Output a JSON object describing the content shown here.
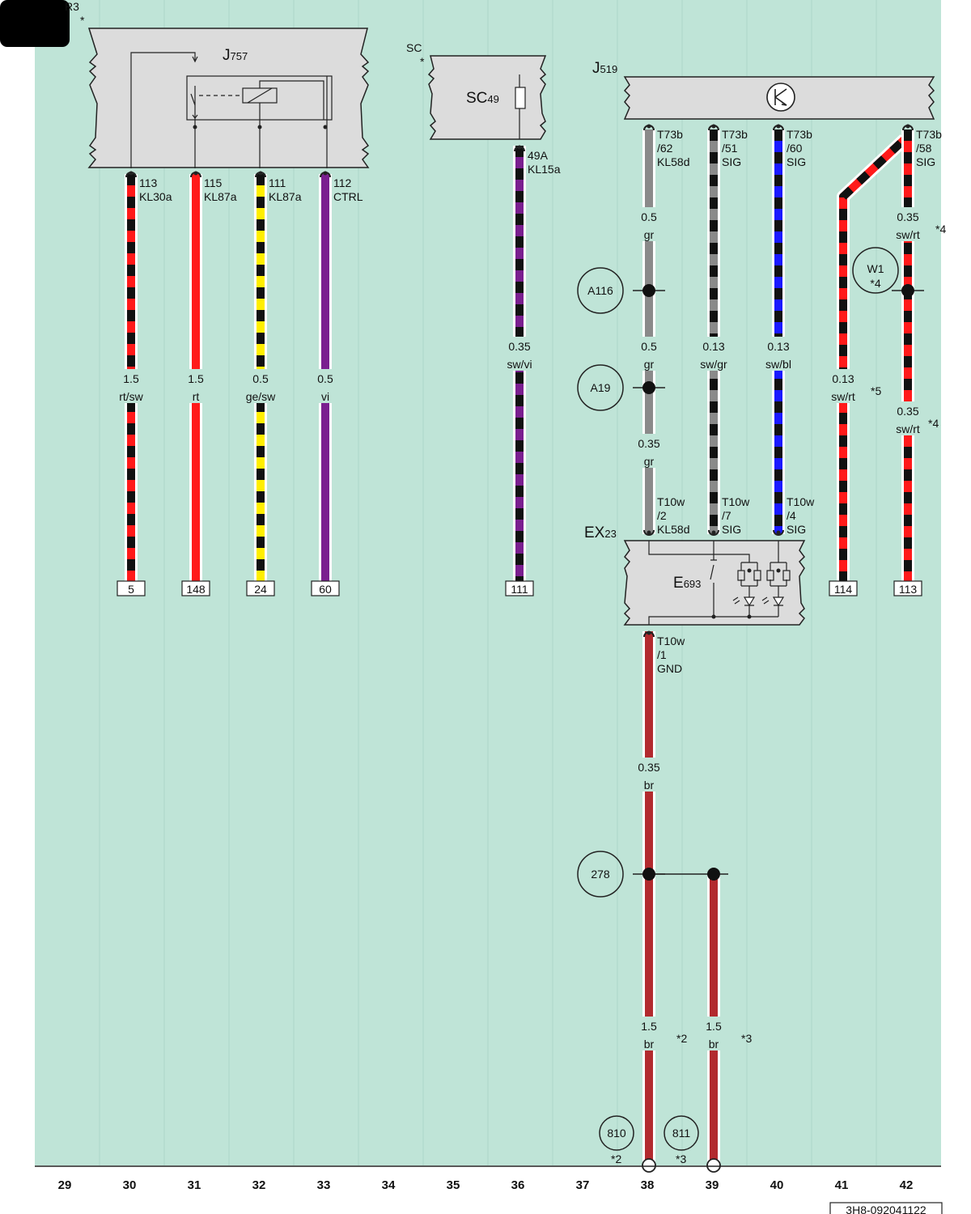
{
  "page": {
    "corner_label": "R3",
    "corner_mark": "*",
    "drawing_number": "3H8-092041122",
    "background_color": "#bfe4d7",
    "columns": [
      "29",
      "30",
      "31",
      "32",
      "33",
      "34",
      "35",
      "36",
      "37",
      "38",
      "39",
      "40",
      "41",
      "42"
    ]
  },
  "modules": {
    "j757": {
      "label": "J",
      "sub": "757"
    },
    "sc": {
      "label": "SC",
      "mark": "*",
      "fuse_label": "SC",
      "fuse_sub": "49"
    },
    "j519": {
      "label": "J",
      "sub": "519"
    },
    "ex23": {
      "label": "EX",
      "sub": "23",
      "inner_label": "E",
      "inner_sub": "693"
    }
  },
  "pins": {
    "j757_113": [
      "113",
      "KL30a"
    ],
    "j757_115": [
      "115",
      "KL87a"
    ],
    "j757_111": [
      "111",
      "KL87a"
    ],
    "j757_112": [
      "112",
      "CTRL"
    ],
    "sc_49a": [
      "49A",
      "KL15a"
    ],
    "j519_62": [
      "T73b",
      "/62",
      "KL58d"
    ],
    "j519_51": [
      "T73b",
      "/51",
      "SIG"
    ],
    "j519_60": [
      "T73b",
      "/60",
      "SIG"
    ],
    "j519_58": [
      "T73b",
      "/58",
      "SIG"
    ],
    "ex_2": [
      "T10w",
      "/2",
      "KL58d"
    ],
    "ex_7": [
      "T10w",
      "/7",
      "SIG"
    ],
    "ex_4": [
      "T10w",
      "/4",
      "SIG"
    ],
    "ex_1": [
      "T10w",
      "/1",
      "GND"
    ]
  },
  "wire_labels": {
    "c30": [
      "1.5",
      "rt/sw"
    ],
    "c31": [
      "1.5",
      "rt"
    ],
    "c32": [
      "0.5",
      "ge/sw"
    ],
    "c33": [
      "0.5",
      "vi"
    ],
    "c36": [
      "0.35",
      "sw/vi"
    ],
    "c38_a": [
      "0.5",
      "gr"
    ],
    "c38_b": [
      "0.5",
      "gr"
    ],
    "c38_c": [
      "0.35",
      "gr"
    ],
    "c39": [
      "0.13",
      "sw/gr"
    ],
    "c40": [
      "0.13",
      "sw/bl"
    ],
    "c41": [
      "0.13",
      "sw/rt"
    ],
    "c42_a": [
      "0.35",
      "sw/rt"
    ],
    "c42_b": [
      "0.35",
      "sw/rt"
    ],
    "c38_gnd": [
      "0.35",
      "br"
    ],
    "c38_bottom": [
      "1.5",
      "br"
    ],
    "c39_bottom": [
      "1.5",
      "br"
    ]
  },
  "footnotes": {
    "c42_a": "*4",
    "c41": "*5",
    "c42_b": "*4",
    "c38_bottom": "*2",
    "c39_bottom": "*3",
    "ref_810": "*2",
    "ref_811": "*3",
    "w1": "*4"
  },
  "splices": {
    "a116": "A116",
    "a19": "A19",
    "w1": "W1",
    "s278": "278",
    "s810": "810",
    "s811": "811"
  },
  "refs": {
    "c30": "5",
    "c31": "148",
    "c32": "24",
    "c33": "60",
    "c36": "111",
    "c41": "114",
    "c42": "113"
  },
  "colors": {
    "rt": "#ff1a1a",
    "sw": "#111111",
    "ge": "#ffee00",
    "vi": "#7a1f8f",
    "gr": "#8a8a8a",
    "bl": "#1a1aff",
    "br": "#b22a2e"
  }
}
